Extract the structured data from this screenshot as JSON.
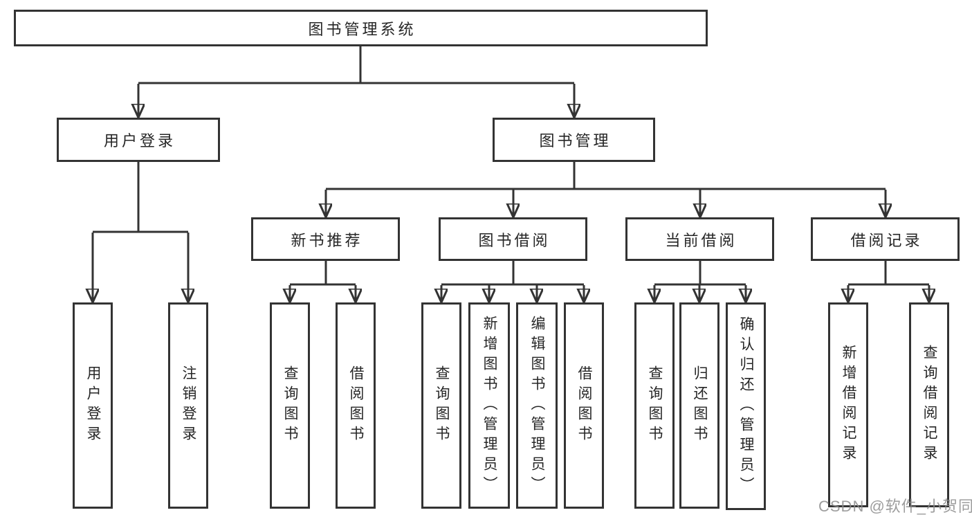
{
  "colors": {
    "line": "#333333",
    "text": "#262626",
    "background": "#ffffff",
    "watermark": "#8c8c8c"
  },
  "watermark": {
    "text": "CSDN @软件_小贺同学"
  },
  "tree": {
    "root": {
      "label": "图书管理系统"
    },
    "branches": [
      {
        "label": "用户登录",
        "children": [
          {
            "label": "用户登录"
          },
          {
            "label": "注销登录"
          }
        ]
      },
      {
        "label": "图书管理",
        "children": [
          {
            "label": "新书推荐",
            "children": [
              {
                "label": "查询图书"
              },
              {
                "label": "借阅图书"
              }
            ]
          },
          {
            "label": "图书借阅",
            "children": [
              {
                "label": "查询图书"
              },
              {
                "label": "新增图书（管理员）"
              },
              {
                "label": "编辑图书（管理员）"
              },
              {
                "label": "借阅图书"
              }
            ]
          },
          {
            "label": "当前借阅",
            "children": [
              {
                "label": "查询图书"
              },
              {
                "label": "归还图书"
              },
              {
                "label": "确认归还（管理员）"
              }
            ]
          },
          {
            "label": "借阅记录",
            "children": [
              {
                "label": "新增借阅记录"
              },
              {
                "label": "查询借阅记录"
              }
            ]
          }
        ]
      }
    ]
  }
}
